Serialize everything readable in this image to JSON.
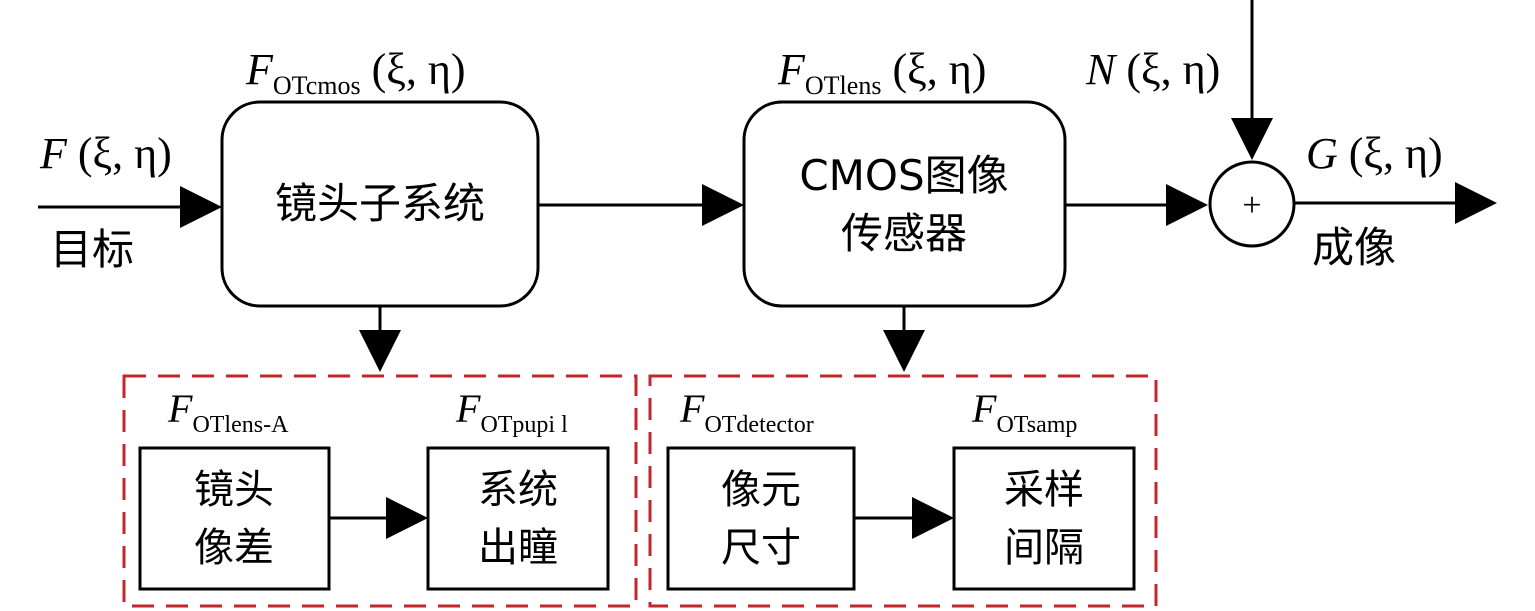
{
  "input": {
    "signal": {
      "F": "F",
      "args": " (ξ, η)"
    },
    "label": "目标"
  },
  "lens_subsystem": {
    "label": "镜头子系统",
    "mtf": {
      "F": "F",
      "sub": "OTcmos",
      "args": " (ξ, η)"
    }
  },
  "cmos_sensor": {
    "line1": "CMOS图像",
    "line2": "传感器",
    "mtf": {
      "F": "F",
      "sub": "OTlens",
      "args": " (ξ, η)"
    }
  },
  "noise": {
    "N": "N",
    "args": " (ξ, η)"
  },
  "summing_junction": {
    "symbol": "+"
  },
  "output": {
    "signal": {
      "G": "G",
      "args": " (ξ, η)"
    },
    "label": "成像"
  },
  "lens_group": {
    "aberration": {
      "line1": "镜头",
      "line2": "像差",
      "mtf": {
        "F": "F",
        "sub": "OTlens-A"
      }
    },
    "pupil": {
      "line1": "系统",
      "line2": "出瞳",
      "mtf": {
        "F": "F",
        "sub": "OTpupi l"
      }
    }
  },
  "sensor_group": {
    "pixel": {
      "line1": "像元",
      "line2": "尺寸",
      "mtf": {
        "F": "F",
        "sub": "OTdetector"
      }
    },
    "sampling": {
      "line1": "采样",
      "line2": "间隔",
      "mtf": {
        "F": "F",
        "sub": "OTsamp"
      }
    }
  },
  "colors": {
    "stroke": "#000000",
    "dashed_group": "#c1272d"
  }
}
